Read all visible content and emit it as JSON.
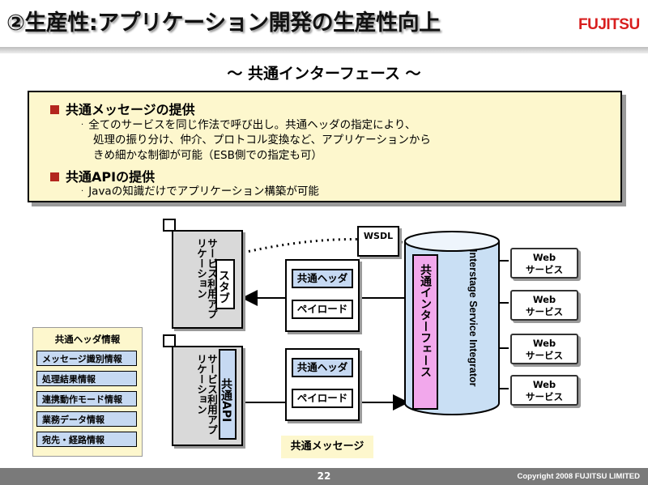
{
  "header": {
    "title": "②生産性:アプリケーション開発の生産性向上",
    "logo_text": "FUJITSU",
    "subtitle": "～ 共通インターフェース ～"
  },
  "info": {
    "bullet1": "共通メッセージの提供",
    "desc1_line1": "全てのサービスを同じ作法で呼び出し。共通ヘッダの指定により、",
    "desc1_line2": "処理の振り分け、仲介、プロトコル変換など、アプリケーションから",
    "desc1_line3": "きめ細かな制御が可能（ESB側での指定も可）",
    "bullet2": "共通APIの提供",
    "desc2_line1": "Javaの知識だけでアプリケーション構築が可能"
  },
  "diagram": {
    "app_label": "サービス利用アプリケーション",
    "stub_label": "スタブ",
    "api_label": "共通API",
    "wsdl_label": "WSDL",
    "msg_header": "共通ヘッダ",
    "payload": "ペイロード",
    "common_message": "共通メッセージ",
    "esb_name": "Interstage Service Integrator",
    "common_if": "共通インターフェース",
    "web_service_line1": "Web",
    "web_service_line2": "サービス"
  },
  "header_info": {
    "title": "共通ヘッダ情報",
    "items": [
      "メッセージ識別情報",
      "処理結果情報",
      "連携動作モード情報",
      "業務データ情報",
      "宛先・経路情報"
    ]
  },
  "footer": {
    "page_number": "22",
    "copyright": "Copyright 2008 FUJITSU LIMITED"
  },
  "colors": {
    "logo_red": "#d81e1e",
    "info_fill": "#fdf7cd",
    "light_blue": "#c6d9f2",
    "pink": "#f2a8ec",
    "cylinder_blue": "#c9dff4"
  }
}
